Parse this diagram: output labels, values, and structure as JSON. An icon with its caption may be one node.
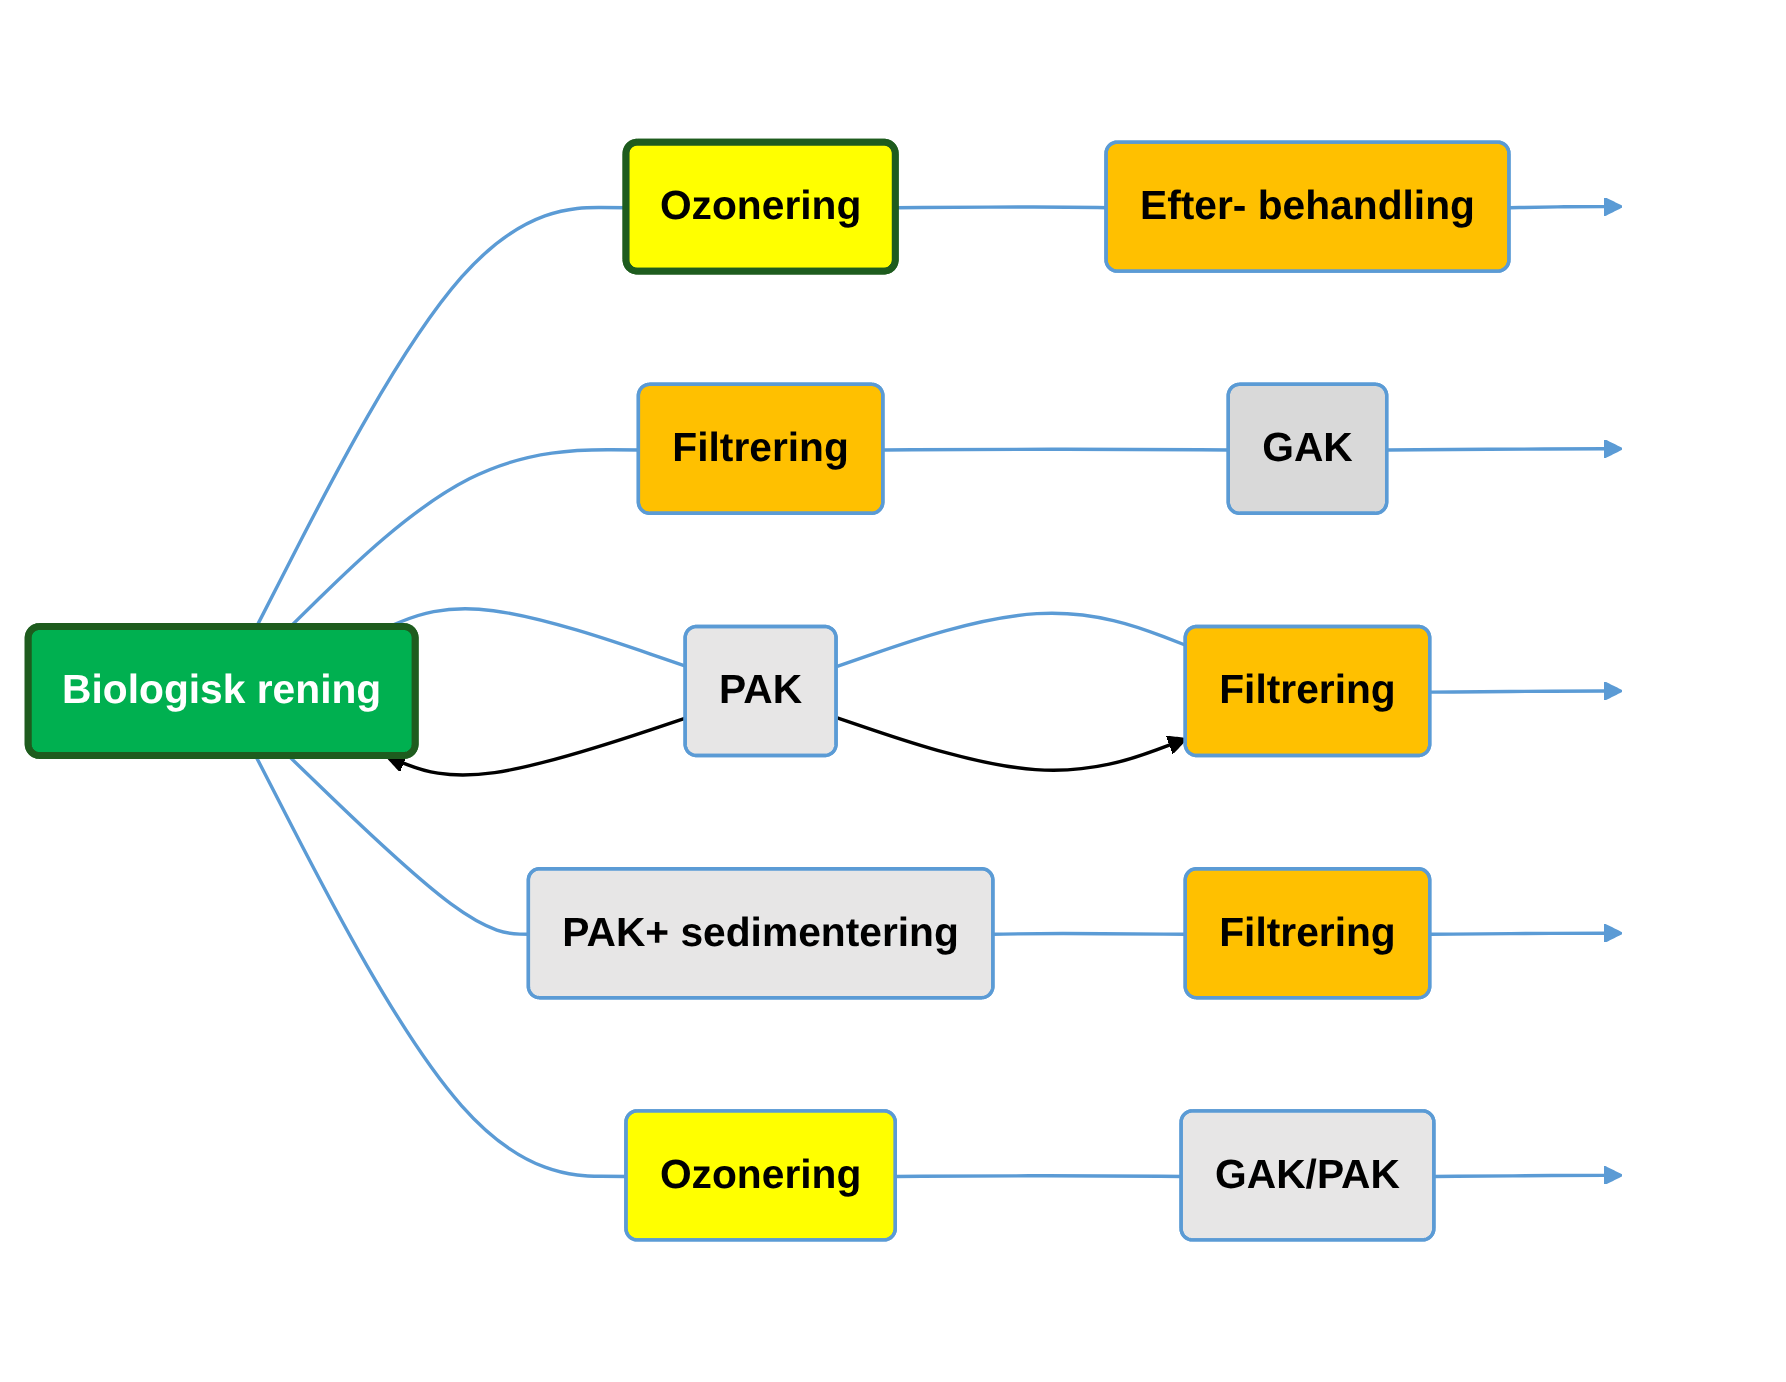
{
  "diagram": {
    "nodes": [
      {
        "text": [
          "Biologisk rening"
        ]
      },
      {
        "text": [
          "Ozonering"
        ]
      },
      {
        "text": [
          "Efter- behandling"
        ]
      },
      {
        "text": [
          "Filtrering"
        ]
      },
      {
        "text": [
          "GAK"
        ]
      },
      {
        "text": [
          "PAK"
        ]
      },
      {
        "text": [
          "Filtrering"
        ]
      },
      {
        "text": [
          "PAK+ sedimentering"
        ]
      },
      {
        "text": [
          "Filtrering"
        ]
      },
      {
        "text": [
          "Ozonering"
        ]
      },
      {
        "text": [
          "GAK/PAK"
        ]
      }
    ],
    "edges": [
      {
        "from": 0,
        "to": 1,
        "arrow": "none"
      },
      {
        "from": 1,
        "to": 2,
        "arrow": "none"
      },
      {
        "from": 2,
        "to": null,
        "arrow": "to"
      },
      {
        "from": 0,
        "to": 3,
        "arrow": "none"
      },
      {
        "from": 3,
        "to": 4,
        "arrow": "none"
      },
      {
        "from": 4,
        "to": null,
        "arrow": "to"
      },
      {
        "from": 0,
        "to": 5,
        "arrow": "none"
      },
      {
        "from": 5,
        "to": 6,
        "arrow": "none"
      },
      {
        "from": 6,
        "to": null,
        "arrow": "to"
      },
      {
        "from": 5,
        "to": 0,
        "arrow": "to",
        "color": "#000000"
      },
      {
        "from": 5,
        "to": 6,
        "arrow": "to",
        "color": "#000000"
      },
      {
        "from": 0,
        "to": 7,
        "arrow": "none"
      },
      {
        "from": 7,
        "to": 8,
        "arrow": "none"
      },
      {
        "from": 8,
        "to": null,
        "arrow": "to"
      },
      {
        "from": 0,
        "to": 9,
        "arrow": "none"
      },
      {
        "from": 9,
        "to": 10,
        "arrow": "none"
      },
      {
        "from": 10,
        "to": null,
        "arrow": "to"
      }
    ]
  }
}
